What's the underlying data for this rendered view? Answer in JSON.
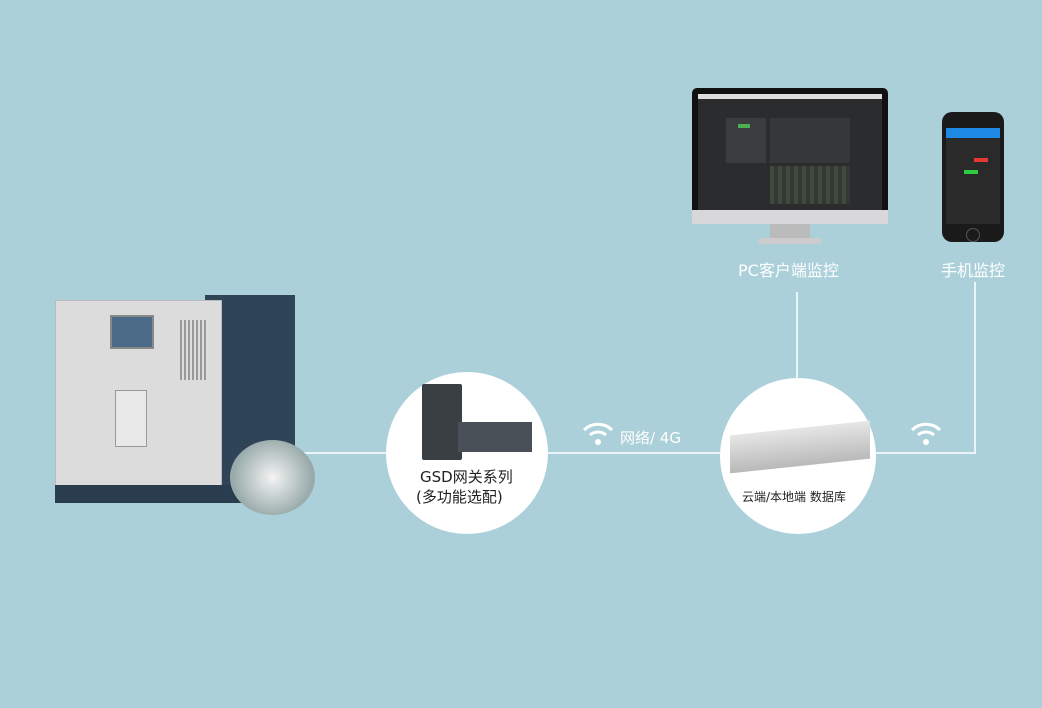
{
  "nodes": {
    "gateway": {
      "line1": "GSD网关系列",
      "line2": "(多功能选配)"
    },
    "database": {
      "label": "云端/本地端  数据库"
    },
    "pc": {
      "label": "PC客户端监控"
    },
    "mobile": {
      "label": "手机监控"
    }
  },
  "links": {
    "network_label": "网络/ 4G"
  },
  "icons": [
    "wifi-icon",
    "wifi-icon"
  ],
  "colors": {
    "background": "#abd0da",
    "line": "#e8f4f7"
  }
}
